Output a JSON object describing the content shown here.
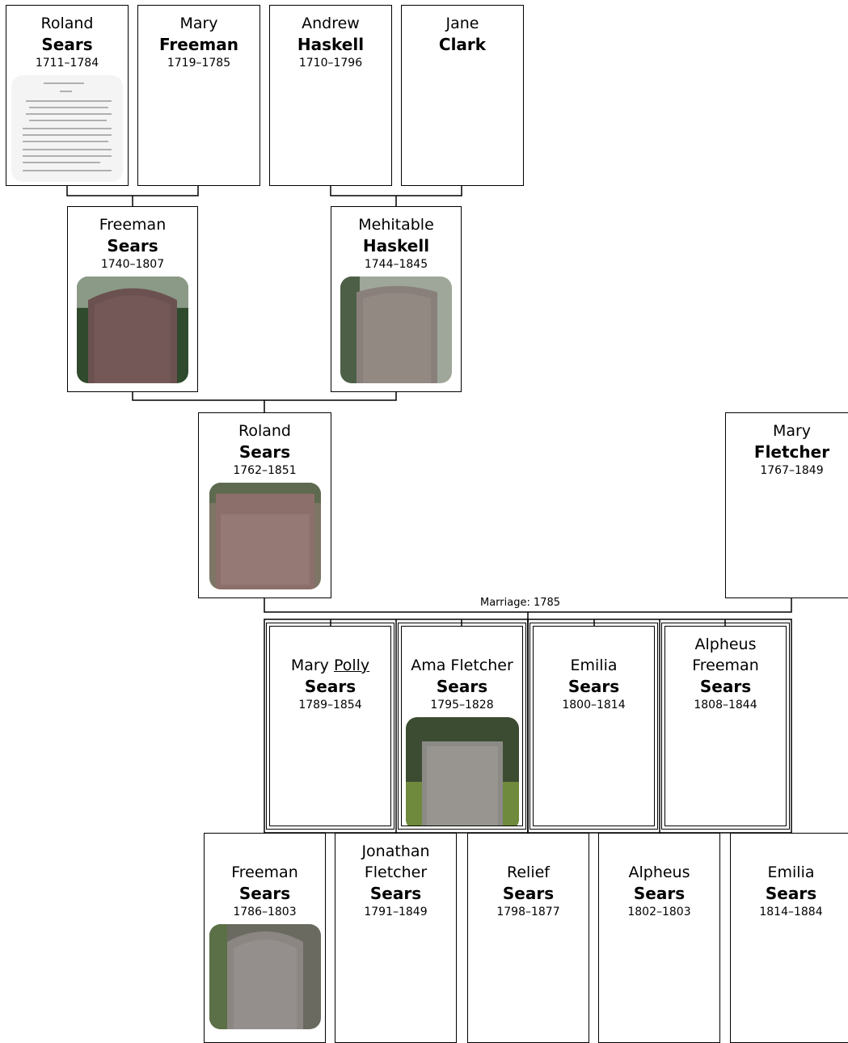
{
  "grandparents": [
    {
      "given": "Roland",
      "surname": "Sears",
      "dates": "1711–1784",
      "photo": "document-scan"
    },
    {
      "given": "Mary",
      "surname": "Freeman",
      "dates": "1719–1785"
    },
    {
      "given": "Andrew",
      "surname": "Haskell",
      "dates": "1710–1796"
    },
    {
      "given": "Jane",
      "surname": "Clark",
      "dates": ""
    }
  ],
  "parents": [
    {
      "given": "Freeman",
      "surname": "Sears",
      "dates": "1740–1807",
      "photo": "gravestone"
    },
    {
      "given": "Mehitable",
      "surname": "Haskell",
      "dates": "1744–1845",
      "photo": "gravestone"
    }
  ],
  "subject": {
    "given": "Roland",
    "surname": "Sears",
    "dates": "1762–1851",
    "photo": "gravestone"
  },
  "spouse": {
    "given": "Mary",
    "surname": "Fletcher",
    "dates": "1767–1849"
  },
  "marriage_label": "Marriage: 1785",
  "children_row1": [
    {
      "given_prefix": "Mary",
      "given_nick": "Polly",
      "surname": "Sears",
      "dates": "1789–1854"
    },
    {
      "given": "Ama Fletcher",
      "surname": "Sears",
      "dates": "1795–1828",
      "photo": "gravestone"
    },
    {
      "given": "Emilia",
      "surname": "Sears",
      "dates": "1800–1814"
    },
    {
      "given_line1": "Alpheus",
      "given_line2": "Freeman",
      "surname": "Sears",
      "dates": "1808–1844"
    }
  ],
  "children_row2": [
    {
      "given": "Freeman",
      "surname": "Sears",
      "dates": "1786–1803",
      "photo": "gravestone"
    },
    {
      "given_line1": "Jonathan",
      "given_line2": "Fletcher",
      "surname": "Sears",
      "dates": "1791–1849"
    },
    {
      "given": "Relief",
      "surname": "Sears",
      "dates": "1798–1877"
    },
    {
      "given": "Alpheus",
      "surname": "Sears",
      "dates": "1802–1803"
    },
    {
      "given": "Emilia",
      "surname": "Sears",
      "dates": "1814–1884"
    }
  ]
}
